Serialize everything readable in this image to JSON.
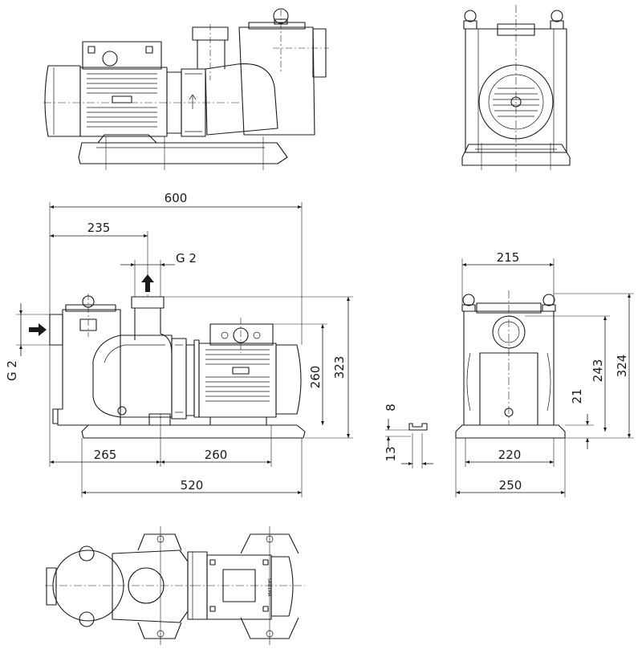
{
  "dimensions": {
    "overall_length": "600",
    "outlet_offset": "235",
    "outlet_thread": "G 2",
    "inlet_thread": "G 2",
    "outlet_height": "323",
    "motor_axis_height": "260",
    "inlet_to_holes": "265",
    "hole_spacing": "260",
    "base_length": "520",
    "foot_thickness": "8",
    "hole_diameter": "13",
    "end_width": "215",
    "inlet_axis_height": "243",
    "overall_height": "324",
    "base_foot_height": "21",
    "end_hole_spacing": "220",
    "end_base_width": "250"
  },
  "motor_plate_text": "SALTEMA"
}
